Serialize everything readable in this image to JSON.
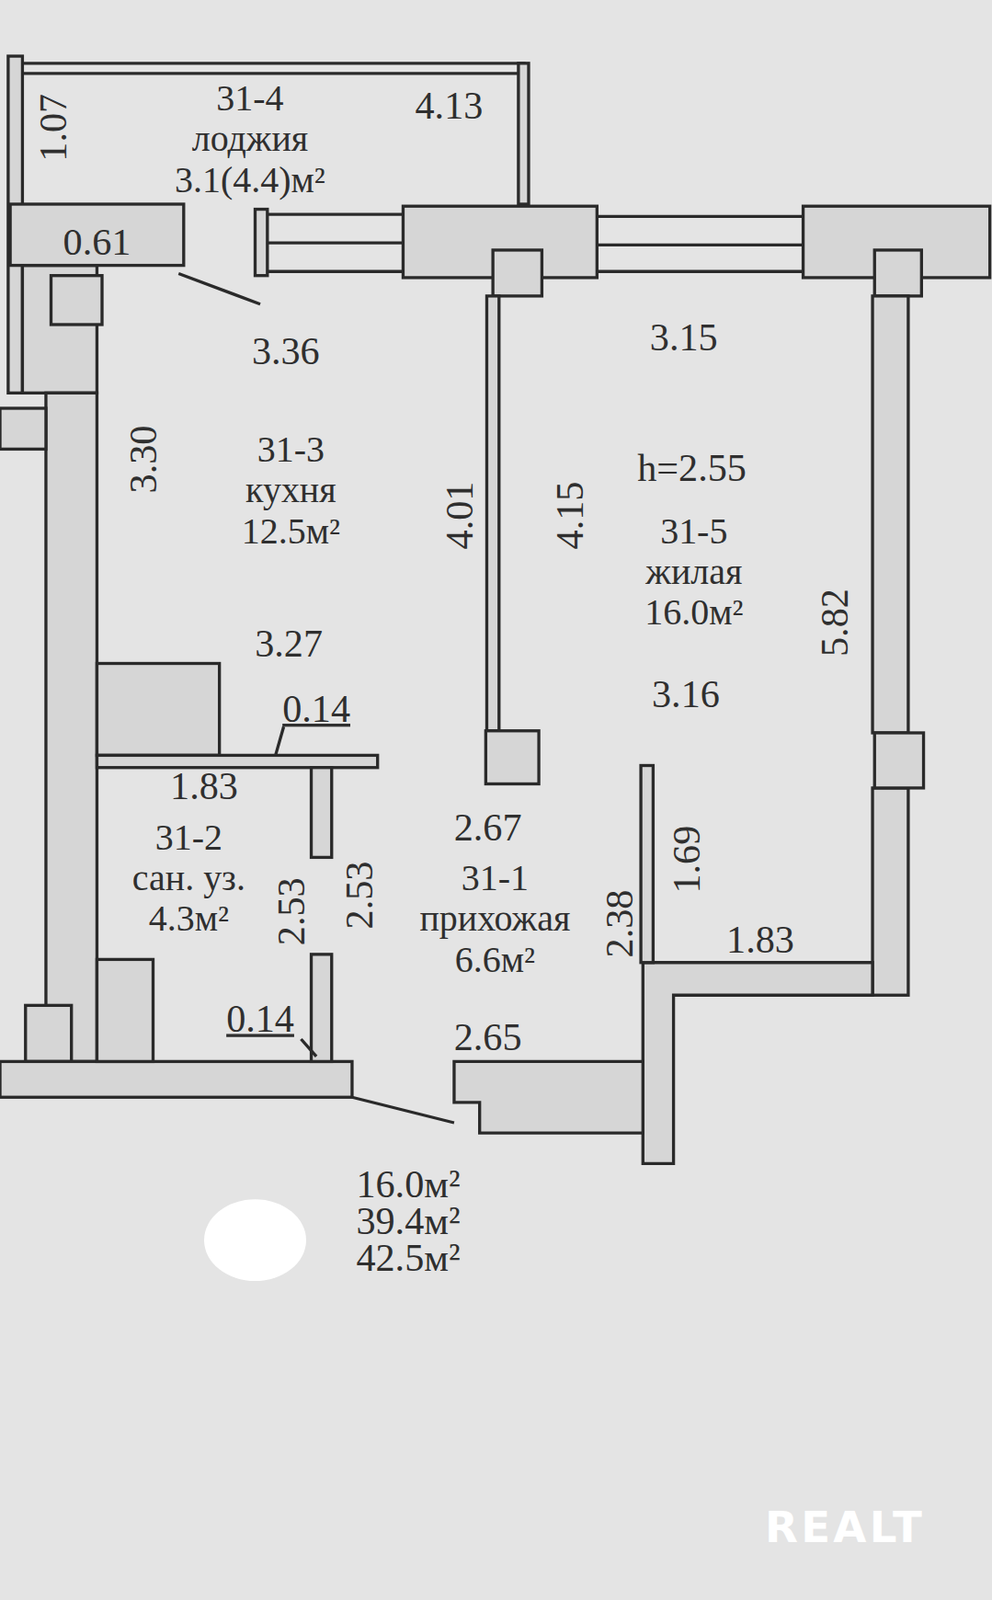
{
  "diagram": {
    "nodes": [
      {
        "text": [
          "31-4",
          "лоджия",
          "3.1(4.4)м²"
        ]
      },
      {
        "text": [
          "31-3",
          "кухня",
          "12.5м²"
        ]
      },
      {
        "text": [
          "31-5",
          "жилая",
          "16.0м²"
        ]
      },
      {
        "text": [
          "31-2",
          "сан. уз.",
          "4.3м²"
        ]
      },
      {
        "text": [
          "31-1",
          "прихожая",
          "6.6м²"
        ]
      }
    ],
    "labels": [
      "1.07",
      "4.13",
      "0.61",
      "3.36",
      "3.30",
      "4.01",
      "4.15",
      "3.15",
      "h=2.55",
      "3.27",
      "3.16",
      "5.82",
      "0.14",
      "1.83",
      "2.67",
      "2.53",
      "2.53",
      "1.69",
      "2.38",
      "1.83",
      "0.14",
      "2.65",
      "16.0м²",
      "39.4м²",
      "42.5м²",
      "REALT"
    ]
  }
}
